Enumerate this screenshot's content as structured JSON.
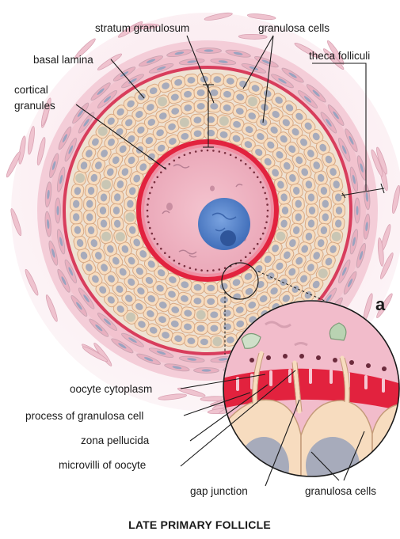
{
  "figure": {
    "title": "LATE PRIMARY FOLLICLE",
    "panel_letter": "a",
    "colors": {
      "background_tissue": "#f6dbe3",
      "theca": "#f3c8d3",
      "theca_cells": "#c9a4b2",
      "granulosa_cell": "#f7dcbf",
      "granulosa_border": "#d8aa86",
      "granulosa_nucleus": "#a7abbb",
      "basal_lamina": "#d83d5c",
      "zona_pellucida": "#e2223e",
      "oocyte_cytoplasm": "#f2b7c5",
      "oocyte_nucleus": "#4f7fc9",
      "cortical_granules": "#7a3040"
    }
  },
  "labels": {
    "stratum_granulosum": "stratum granulosum",
    "granulosa_cells_top": "granulosa cells",
    "basal_lamina": "basal lamina",
    "theca_folliculi": "theca folliculi",
    "cortical_granules_1": "cortical",
    "cortical_granules_2": "granules",
    "oocyte_cytoplasm": "oocyte cytoplasm",
    "process_of_granulosa_cell": "process of granulosa cell",
    "zona_pellucida": "zona pellucida",
    "microvilli_of_oocyte": "microvilli of oocyte",
    "gap_junction": "gap junction",
    "granulosa_cells_bottom": "granulosa cells"
  }
}
